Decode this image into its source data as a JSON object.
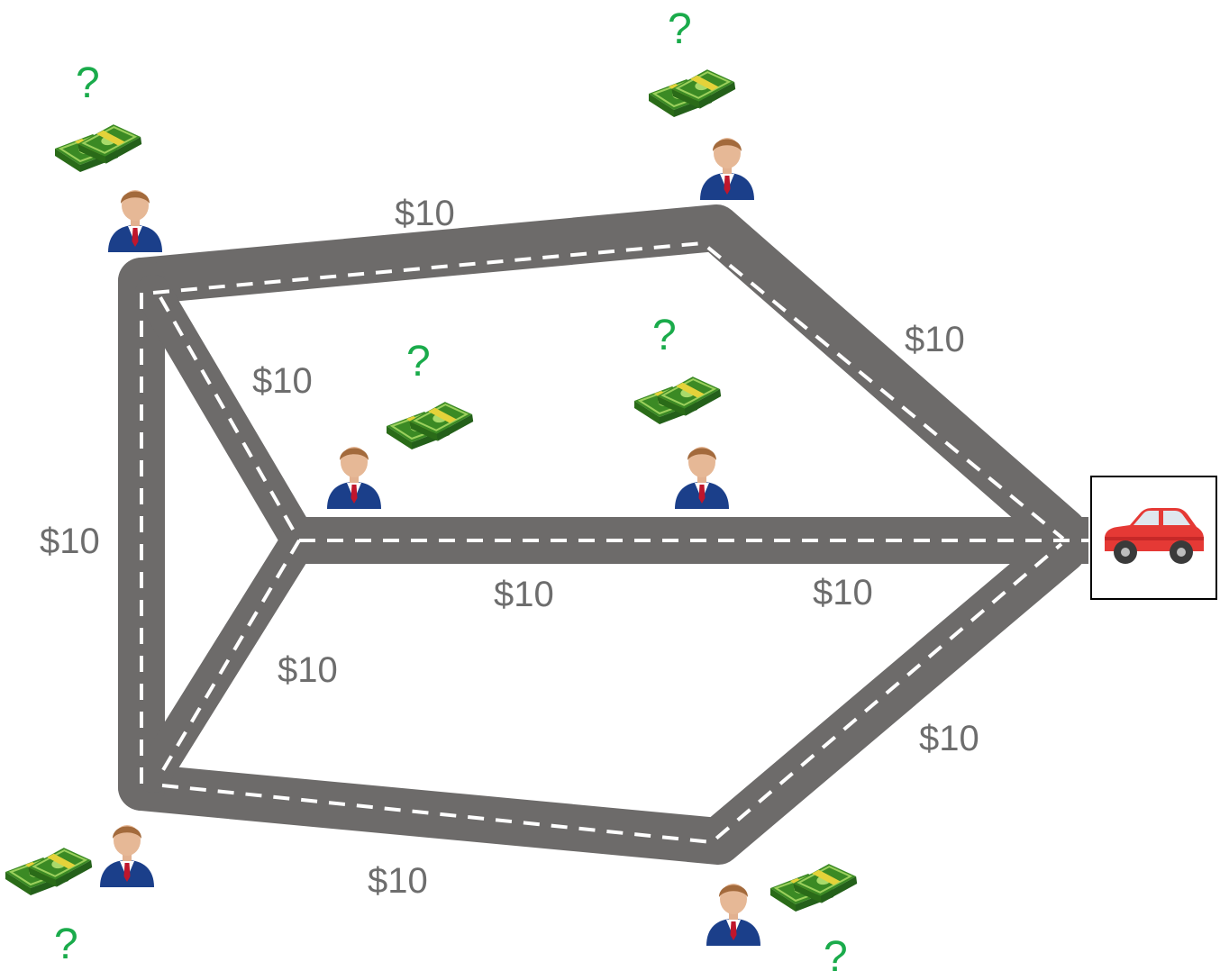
{
  "cost_label": "$10",
  "question_mark": "?",
  "edges": [
    {
      "from": "A",
      "to": "B",
      "cost": "$10"
    },
    {
      "from": "B",
      "to": "Car",
      "cost": "$10"
    },
    {
      "from": "A",
      "to": "H",
      "cost": "$10"
    },
    {
      "from": "A",
      "to": "F",
      "cost": "$10"
    },
    {
      "from": "H",
      "to": "F",
      "cost": "$10"
    },
    {
      "from": "H",
      "to": "Car",
      "cost": "$10"
    },
    {
      "from": "F",
      "to": "D",
      "cost": "$10"
    },
    {
      "from": "D",
      "to": "Car",
      "cost": "$10"
    }
  ],
  "mid_edge_cost": "$10",
  "people_count": 6,
  "destination_icon": "car-icon",
  "person_icon": "businessman-icon",
  "money_icon": "cash-stack-icon",
  "colors": {
    "road": "#6d6b6a",
    "lane": "#ffffff",
    "cost_text": "#6d6d6d",
    "question": "#1aab4b",
    "car": "#e53935"
  }
}
